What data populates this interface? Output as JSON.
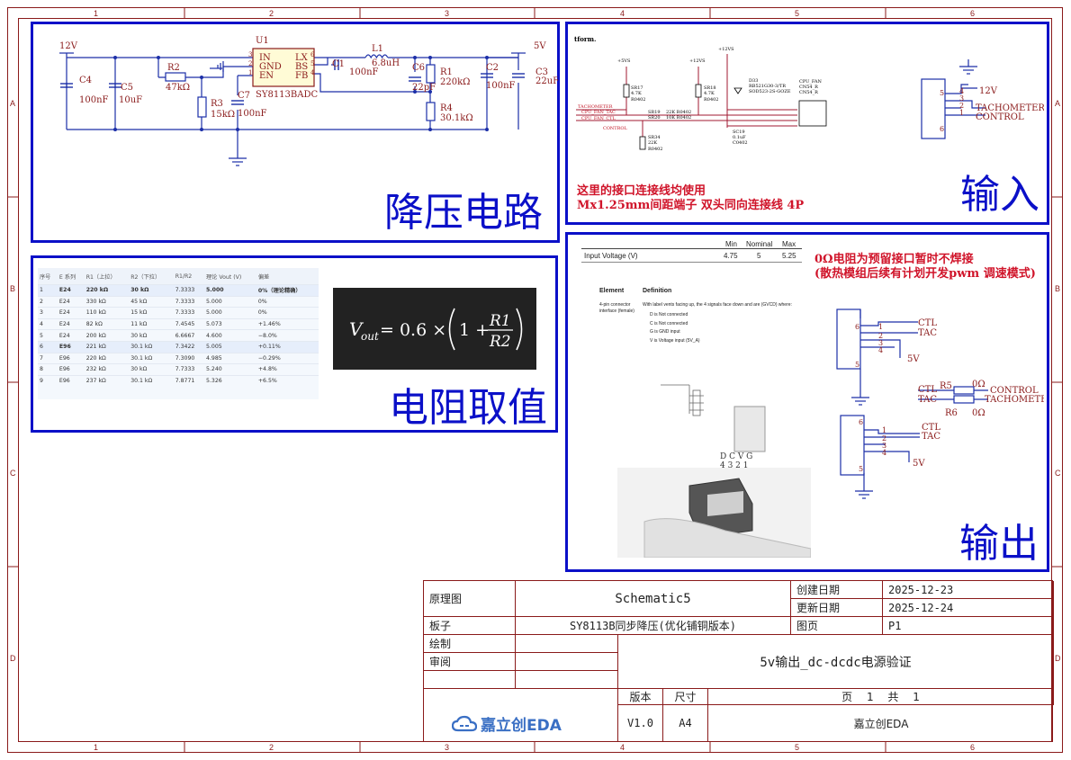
{
  "sheet": {
    "zone_cols": [
      "1",
      "2",
      "3",
      "4",
      "5",
      "6"
    ],
    "zone_rows": [
      "A",
      "B",
      "C",
      "D"
    ]
  },
  "panels": {
    "buck": {
      "title": "降压电路"
    },
    "input": {
      "title": "输入",
      "note_line1": "这里的接口连接线均使用",
      "note_line2": "Mx1.25mm间距端子 双头同向连接线 4P"
    },
    "resistor": {
      "title": "电阻取值"
    },
    "output": {
      "title": "输出",
      "note_line1": "0Ω电阻为预留接口暂时不焊接",
      "note_line2": "(散热模组后续有计划开发pwm 调速模式)"
    }
  },
  "buck_schematic": {
    "net_in": "12V",
    "net_out": "5V",
    "ic_ref": "U1",
    "ic_name": "SY8113BADC",
    "pins_left": [
      "IN",
      "GND",
      "EN"
    ],
    "pins_right": [
      "LX",
      "BS",
      "FB"
    ],
    "pin_nums_left": [
      "3",
      "2",
      "1"
    ],
    "pin_nums_right": [
      "6",
      "5",
      "4"
    ],
    "parts": {
      "c4": {
        "ref": "C4",
        "val": "100nF"
      },
      "c5": {
        "ref": "C5",
        "val": "10uF"
      },
      "r2": {
        "ref": "R2",
        "val": "47kΩ"
      },
      "r3": {
        "ref": "R3",
        "val": "15kΩ"
      },
      "c7": {
        "ref": "C7",
        "val": "100nF"
      },
      "c1": {
        "ref": "C1",
        "val": "100nF"
      },
      "l1": {
        "ref": "L1",
        "val": "6.8uH"
      },
      "c6": {
        "ref": "C6",
        "val": "22pF"
      },
      "r1": {
        "ref": "R1",
        "val": "220kΩ"
      },
      "r4": {
        "ref": "R4",
        "val": "30.1kΩ"
      },
      "c2": {
        "ref": "C2",
        "val": "100nF"
      },
      "c3": {
        "ref": "C3",
        "val": "22uF"
      }
    }
  },
  "input_schematic": {
    "tform": "tform.",
    "rails": [
      "+5VS",
      "+12VS",
      "+12VS"
    ],
    "res": [
      {
        "ref": "SR17",
        "val": "4.7K",
        "pkg": "R0402"
      },
      {
        "ref": "SR18",
        "val": "4.7K",
        "pkg": "R0402"
      },
      {
        "ref": "SR34",
        "val": "22K",
        "pkg": "R0402"
      }
    ],
    "mid_res": [
      "SR19",
      "SR20"
    ],
    "mid_res_vals": [
      "22K R0402",
      "10K R0402"
    ],
    "diode": {
      "ref": "D33",
      "part": "RB521G30-3/TR",
      "pkg": "SOD523-2S-GOZE"
    },
    "cap": {
      "ref": "SC19",
      "val": "0.1uF",
      "pkg": "C0402"
    },
    "signals": [
      "TACHOMETER",
      "CPU_FAN_TAC",
      "CPU_FAN_CTL",
      "CONTROL"
    ],
    "conn": {
      "name": "CPU_FAN",
      "a": "CN54_R",
      "b": "CN54_R"
    },
    "conn_right": {
      "net": "12V",
      "l1": "TACHOMETER",
      "l2": "CONTROL",
      "pins": [
        "4",
        "3",
        "2",
        "1"
      ],
      "big": [
        "5",
        "6"
      ]
    }
  },
  "table": {
    "headers": [
      "序号",
      "E 系列",
      "R1（上拉）",
      "R2（下拉）",
      "R1/R2",
      "理论 Vout (V)",
      "偏差"
    ],
    "rows": [
      [
        "1",
        "E24",
        "220 kΩ",
        "30 kΩ",
        "7.3333",
        "5.000",
        "0%（理论精确）"
      ],
      [
        "2",
        "E24",
        "330 kΩ",
        "45 kΩ",
        "7.3333",
        "5.000",
        "0%"
      ],
      [
        "3",
        "E24",
        "110 kΩ",
        "15 kΩ",
        "7.3333",
        "5.000",
        "0%"
      ],
      [
        "4",
        "E24",
        "82 kΩ",
        "11 kΩ",
        "7.4545",
        "5.073",
        "+1.46%"
      ],
      [
        "5",
        "E24",
        "200 kΩ",
        "30 kΩ",
        "6.6667",
        "4.600",
        "−8.0%"
      ],
      [
        "6",
        "E96",
        "221 kΩ",
        "30.1 kΩ",
        "7.3422",
        "5.005",
        "+0.11%"
      ],
      [
        "7",
        "E96",
        "220 kΩ",
        "30.1 kΩ",
        "7.3090",
        "4.985",
        "−0.29%"
      ],
      [
        "8",
        "E96",
        "232 kΩ",
        "30 kΩ",
        "7.7333",
        "5.240",
        "+4.8%"
      ],
      [
        "9",
        "E96",
        "237 kΩ",
        "30.1 kΩ",
        "7.8771",
        "5.326",
        "+6.5%"
      ]
    ]
  },
  "output_spec": {
    "col_min": "Min",
    "col_nominal": "Nominal",
    "col_max": "Max",
    "row_label": "Input Voltage (V)",
    "min": "4.75",
    "nominal": "5",
    "max": "5.25",
    "el_head": "Element",
    "def_head": "Definition",
    "element": "4-pin connector interface (female)",
    "def_intro": "With label vents facing up, the 4 signals face down and are (GVCD) where:",
    "def_lines": [
      "D is Not connected",
      "C is Not connected",
      "G is GND input",
      "V is Voltage input (5V_A)"
    ],
    "pin_letters": "D C V G",
    "pin_nums": "4 3 2 1"
  },
  "output_schematic": {
    "top": {
      "l1": "CTL",
      "l2": "TAC",
      "v": "5V",
      "pins": [
        "1",
        "2",
        "3",
        "4"
      ],
      "big": [
        "5",
        "6"
      ]
    },
    "mid": {
      "l1": "CTL",
      "l2": "TAC",
      "r5": "R5",
      "r6": "R6",
      "r5v": "0Ω",
      "r6v": "0Ω",
      "n1": "CONTROL",
      "n2": "TACHOMETER"
    },
    "bot": {
      "l1": "CTL",
      "l2": "TAC",
      "v": "5V",
      "pins": [
        "1",
        "2",
        "3",
        "4"
      ],
      "big": [
        "5",
        "6"
      ]
    }
  },
  "title_block": {
    "type_label": "原理图",
    "type_value": "Schematic5",
    "created_label": "创建日期",
    "created_value": "2025-12-23",
    "updated_label": "更新日期",
    "updated_value": "2025-12-24",
    "board_label": "板子",
    "board_value": "SY8113B同步降压(优化铺铜版本)",
    "page_label": "图页",
    "page_value": "P1",
    "drawn_label": "绘制",
    "review_label": "审阅",
    "project_title": "5v输出_dc-dcdc电源验证",
    "version_label": "版本",
    "size_label": "尺寸",
    "page_count": "页　 1　 共　 1",
    "version_value": "V1.0",
    "size_value": "A4",
    "company": "嘉立创EDA",
    "logo_text": "嘉立创EDA"
  },
  "colors": {
    "panel_border": "#0b10c8",
    "frame": "#8a1a1a",
    "note_red": "#d0142a",
    "wire_blue": "#1c2fa8"
  }
}
